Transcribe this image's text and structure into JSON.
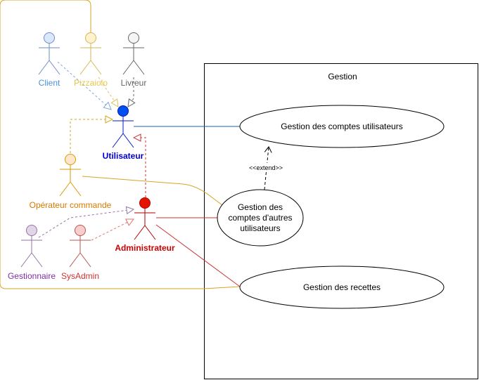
{
  "system": {
    "title": "Gestion"
  },
  "actors": {
    "client": {
      "label": "Client",
      "color": "#4a90d9",
      "fill": "#dae8fc"
    },
    "pizzaiolo": {
      "label": "Pizzaiolo",
      "color": "#d6b656",
      "fill": "#fff2cc"
    },
    "livreur": {
      "label": "Livreur",
      "color": "#666666",
      "fill": "#f5f5f5"
    },
    "utilisateur": {
      "label": "Utilisateur",
      "color": "#0000cc",
      "fill": "#0050ef"
    },
    "operateur": {
      "label": "Opérateur commande",
      "color": "#d79b00",
      "fill": "#ffe6cc"
    },
    "administrateur": {
      "label": "Administrateur",
      "color": "#cc0000",
      "fill": "#e51400"
    },
    "gestionnaire": {
      "label": "Gestionnaire",
      "color": "#9673a6",
      "fill": "#e1d5e7"
    },
    "sysadmin": {
      "label": "SysAdmin",
      "color": "#b85450",
      "fill": "#f8cecc"
    }
  },
  "use_cases": {
    "comptes_utilisateurs": {
      "label": "Gestion des comptes utilisateurs"
    },
    "comptes_autres": {
      "line1": "Gestion des",
      "line2": "comptes d'autres",
      "line3": "utilisateurs"
    },
    "recettes": {
      "label": "Gestion des recettes"
    }
  },
  "relations": {
    "extend_label": "<<extend>>"
  },
  "colors": {
    "operateur_line": "#d6a520",
    "utilisateur_line": "#1a5fb4",
    "admin_line": "#cc3333"
  }
}
